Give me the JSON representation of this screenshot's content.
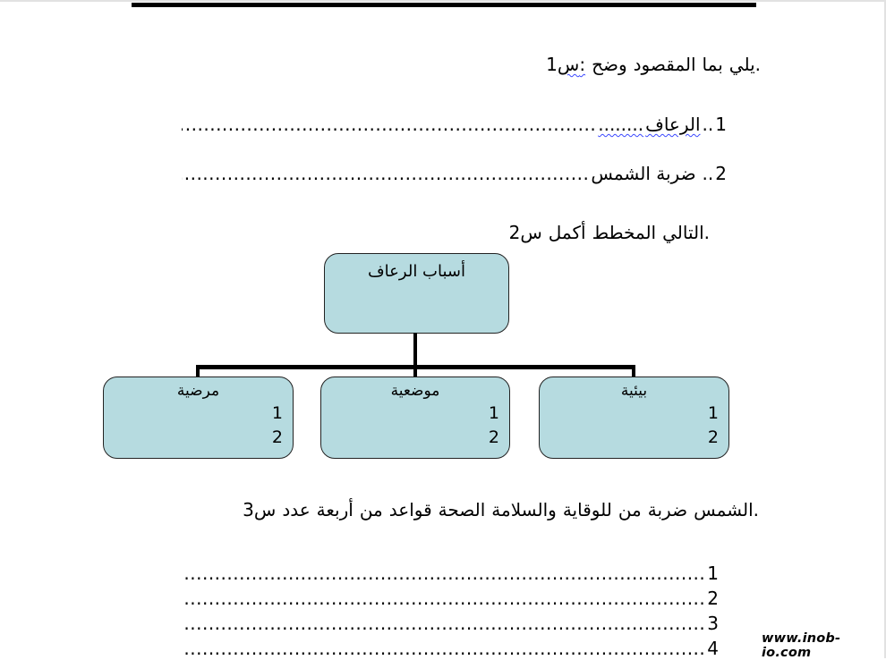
{
  "colors": {
    "box_fill": "#b6dbe0",
    "box_border": "#222222",
    "squiggle_blue": "#3b48ff",
    "rule_black": "#000000"
  },
  "q1": {
    "num": "1",
    "label": "س:",
    "logical_text": "س1: وضح المقصود بما يلي.",
    "words": [
      "وضح",
      "المقصود",
      "بما",
      "يلي."
    ],
    "items": [
      {
        "num": "1",
        "sep": "..",
        "word": "الرعاف",
        "pre_dots": "........",
        "dots": "........................................................................................................................"
      },
      {
        "num": "2",
        "sep": "..",
        "word": "ضربة الشمس",
        "dots": "........................................................................................................................"
      }
    ]
  },
  "q2": {
    "num": "2",
    "label": "س",
    "logical_text": "س2 أكمل المخطط التالي.",
    "words": [
      "أكمل",
      "المخطط",
      "التالي."
    ]
  },
  "diagram": {
    "root_label": "أسباب الرعاف",
    "children": [
      {
        "title": "مرضية",
        "n1": "1",
        "n2": "2"
      },
      {
        "title": "موضعية",
        "n1": "1",
        "n2": "2"
      },
      {
        "title": "بيئية",
        "n1": "1",
        "n2": "2"
      }
    ]
  },
  "q3": {
    "num": "3",
    "label": "س",
    "logical_text": "س3 عدد أربعة من قواعد الصحة والسلامة للوقاية من ضربة الشمس.",
    "words": [
      "عدد",
      "أربعة",
      "من",
      "قواعد",
      "الصحة",
      "والسلامة",
      "للوقاية",
      "من",
      "ضربة",
      "الشمس."
    ]
  },
  "answers": [
    {
      "num": "1",
      "dots": "........................................................................................................................"
    },
    {
      "num": "2",
      "dots": "........................................................................................................................"
    },
    {
      "num": "3",
      "dots": "........................................................................................................................"
    },
    {
      "num": "4",
      "dots": "........................................................................................................................"
    }
  ],
  "watermark": {
    "text": "www.inob-io.com"
  }
}
